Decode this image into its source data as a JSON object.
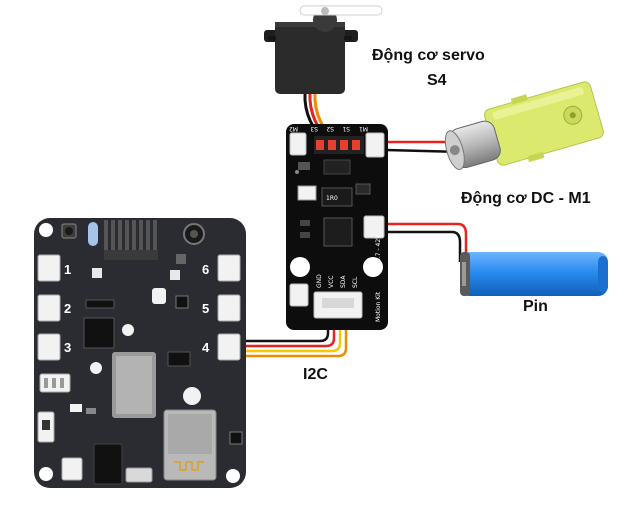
{
  "labels": {
    "servo_line1": "Động cơ servo",
    "servo_line2": "S4",
    "dc_motor": "Động cơ DC - M1",
    "battery": "Pin",
    "i2c": "I2C"
  },
  "board": {
    "port_numbers": [
      "1",
      "2",
      "3",
      "4",
      "5",
      "6"
    ]
  },
  "module": {
    "silk_top": [
      "M2",
      "S3",
      "S2",
      "S1",
      "M1"
    ],
    "pins": [
      "GND",
      "VCC",
      "SDA",
      "SCL"
    ],
    "name": "Motion Kit",
    "chip_mark": "1R0",
    "voltage": "3.7 - 42V"
  },
  "colors": {
    "board": "#2a2c31",
    "battery": "#1f7fe0",
    "gear_motor": "#d8e86a",
    "wire_red": "#e52420",
    "wire_yellow": "#f5c800",
    "wire_orange": "#f08a00"
  }
}
